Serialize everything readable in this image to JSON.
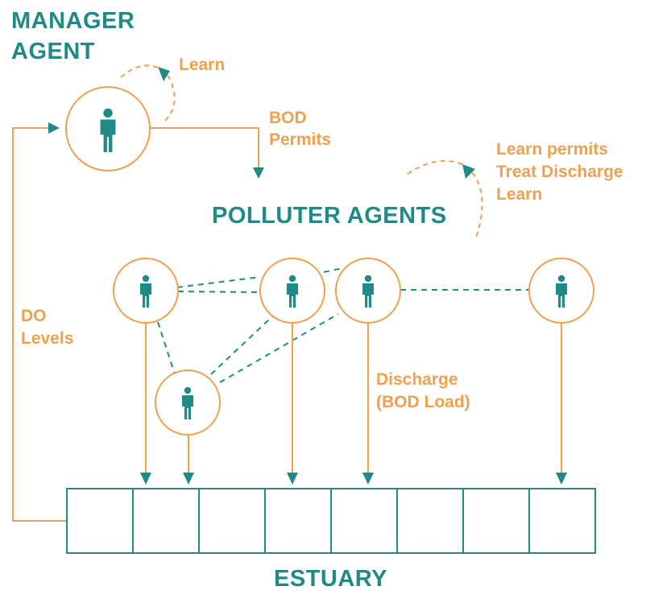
{
  "colors": {
    "teal": "#1f8a86",
    "orange": "#f0a050",
    "background": "#ffffff"
  },
  "manager": {
    "title_line1": "MANAGER",
    "title_line2": "AGENT",
    "learn": "Learn",
    "bod_line1": "BOD",
    "bod_line2": "Permits",
    "icon": "person-icon"
  },
  "polluters": {
    "title": "POLLUTER AGENTS",
    "learn_permits": "Learn permits",
    "treat_discharge": "Treat Discharge",
    "learn": "Learn",
    "discharge_line1": "Discharge",
    "discharge_line2": "(BOD Load)",
    "agent_count": 5,
    "icon": "person-icon"
  },
  "feedback": {
    "do_line1": "DO",
    "do_line2": "Levels"
  },
  "estuary": {
    "label": "ESTUARY",
    "cell_count": 8
  }
}
